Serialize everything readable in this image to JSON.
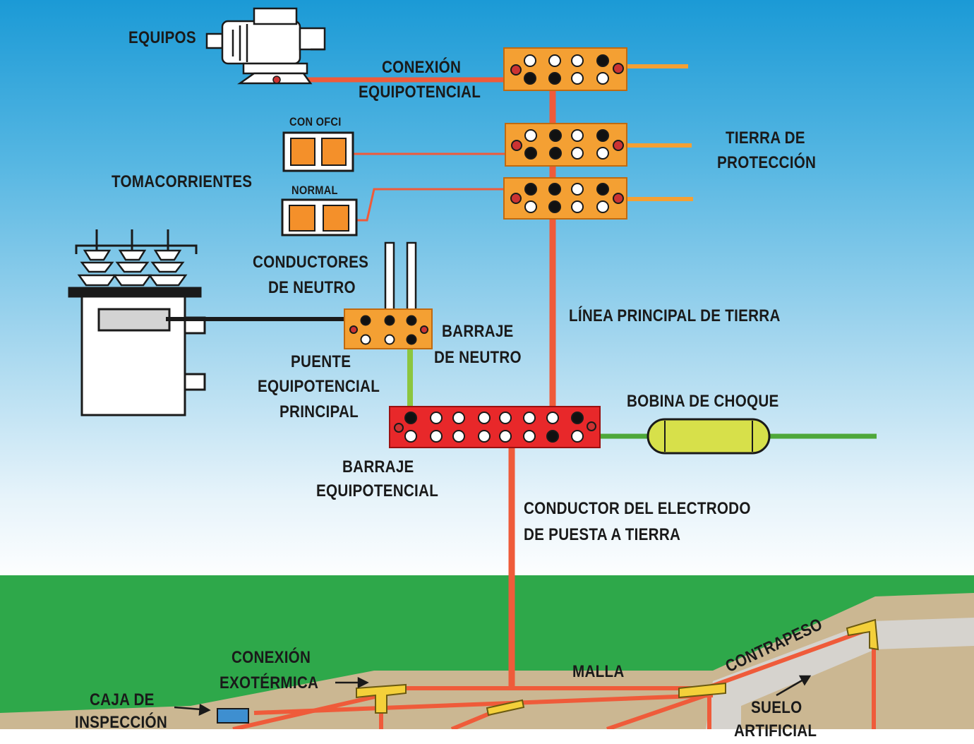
{
  "labels": {
    "equipos": "EQUIPOS",
    "conexion_equipotencial_1": "CONEXIÓN",
    "conexion_equipotencial_2": "EQUIPOTENCIAL",
    "con_ofci": "CON OFCI",
    "normal": "NORMAL",
    "tomacorrientes": "TOMACORRIENTES",
    "tierra_proteccion_1": "TIERRA DE",
    "tierra_proteccion_2": "PROTECCIÓN",
    "conductores_neutro_1": "CONDUCTORES",
    "conductores_neutro_2": "DE NEUTRO",
    "barraje_neutro_1": "BARRAJE",
    "barraje_neutro_2": "DE NEUTRO",
    "linea_principal": "LÍNEA PRINCIPAL DE TIERRA",
    "puente_1": "PUENTE",
    "puente_2": "EQUIPOTENCIAL",
    "puente_3": "PRINCIPAL",
    "bobina": "BOBINA DE CHOQUE",
    "barraje_equi_1": "BARRAJE",
    "barraje_equi_2": "EQUIPOTENCIAL",
    "conductor_electrodo_1": "CONDUCTOR DEL ELECTRODO",
    "conductor_electrodo_2": "DE PUESTA A TIERRA",
    "conexion_exotermica_1": "CONEXIÓN",
    "conexion_exotermica_2": "EXOTÉRMICA",
    "malla": "MALLA",
    "contrapeso": "CONTRAPESO",
    "caja_1": "CAJA DE",
    "caja_2": "INSPECCIÓN",
    "suelo_1": "SUELO",
    "suelo_2": "ARTIFICIAL"
  },
  "colors": {
    "sky_top": "#1b9ad6",
    "grass": "#2ea84a",
    "soil": "#c9b48f",
    "bus_orange": "#f4a033",
    "bus_red": "#e8282a",
    "wire_orange": "#ef5b3a",
    "wire_green": "#6bb33a",
    "choke_yellow": "#d7e04a"
  }
}
